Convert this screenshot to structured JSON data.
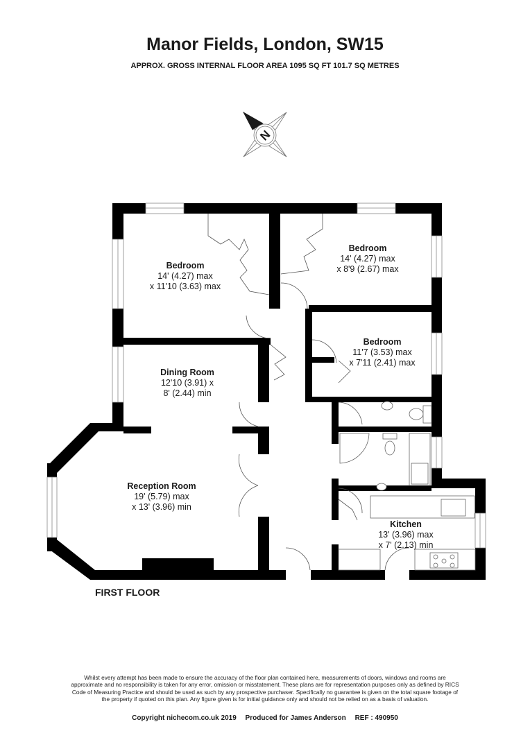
{
  "header": {
    "title": "Manor Fields, London, SW15",
    "subtitle": "APPROX. GROSS INTERNAL FLOOR AREA 1095 SQ FT 101.7 SQ METRES"
  },
  "compass": {
    "letter": "N"
  },
  "rooms": [
    {
      "name": "Bedroom",
      "dims1": "14' (4.27) max",
      "dims2": "x 11'10 (3.63) max"
    },
    {
      "name": "Bedroom",
      "dims1": "14' (4.27) max",
      "dims2": "x 8'9 (2.67) max"
    },
    {
      "name": "Bedroom",
      "dims1": "11'7 (3.53) max",
      "dims2": "x 7'11 (2.41) max"
    },
    {
      "name": "Dining Room",
      "dims1": "12'10 (3.91) x",
      "dims2": "8' (2.44) min"
    },
    {
      "name": "Reception Room",
      "dims1": "19' (5.79) max",
      "dims2": "x 13' (3.96) min"
    },
    {
      "name": "Kitchen",
      "dims1": "13' (3.96) max",
      "dims2": "x 7' (2.13) min"
    }
  ],
  "floor_label": "FIRST FLOOR",
  "disclaimer": "Whilst every attempt has been made to ensure the accuracy of the floor plan contained here, measurements of doors, windows and rooms are approximate and no responsibility is taken for any error, omission or misstatement. These plans are for representation purposes only as defined by RICS Code of Measuring Practice and should be used as such by any prospective purchaser. Specifically no guarantee is given on the total square footage of the property if quoted on this plan. Any figure given is for initial guidance only and should not be relied on as a basis of valuation.",
  "footer": {
    "copyright": "Copyright nichecom.co.uk 2019",
    "produced": "Produced for James Anderson",
    "ref": "REF :  490950"
  }
}
